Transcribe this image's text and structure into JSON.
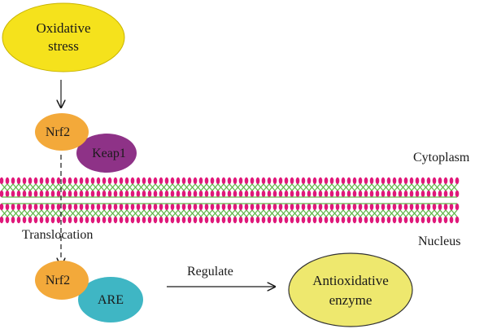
{
  "nodes": {
    "oxidative_stress": {
      "line1": "Oxidative",
      "line2": "stress"
    },
    "nrf2_top": "Nrf2",
    "keap1": "Keap1",
    "nrf2_bottom": "Nrf2",
    "are": "ARE",
    "antioxidative_enzyme": {
      "line1": "Antioxidative",
      "line2": "enzyme"
    }
  },
  "labels": {
    "cytoplasm": "Cytoplasm",
    "nucleus": "Nucleus",
    "translocation": "Translocation",
    "regulate": "Regulate"
  },
  "colors": {
    "stress": "#f5e21c",
    "nrf2": "#f3a93a",
    "keap1": "#8e3287",
    "are": "#3fb6c4",
    "enzyme": "#eee86e",
    "membrane_head": "#e0187a",
    "membrane_tail": "#62b84a"
  }
}
